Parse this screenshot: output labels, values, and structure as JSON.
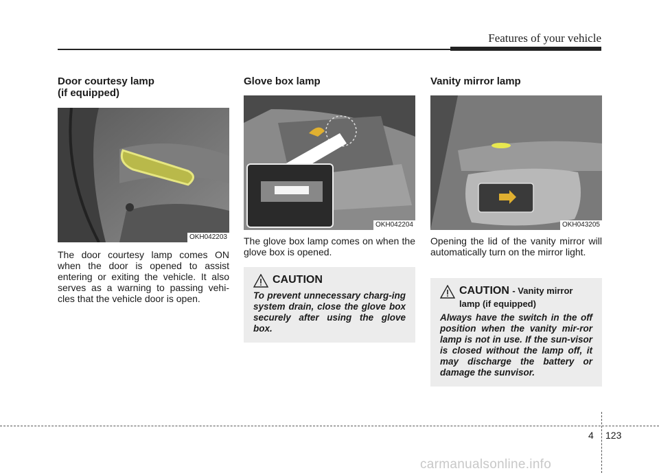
{
  "header": {
    "title": "Features of your vehicle"
  },
  "sections": [
    {
      "title_line1": "Door courtesy lamp",
      "title_line2": "(if equipped)",
      "figure_code": "OKH042203",
      "body": "The door courtesy lamp comes ON when the door is opened to assist entering or exiting the vehicle. It also serves as a warning to passing vehi-cles that the vehicle door is open."
    },
    {
      "title_line1": "Glove box lamp",
      "figure_code": "OKH042204",
      "body": "The glove box lamp comes on when the glove box is opened.",
      "caution": {
        "title": "CAUTION",
        "text": "To prevent unnecessary charg-ing system drain, close the glove box securely after using the glove box."
      }
    },
    {
      "title_line1": "Vanity mirror lamp",
      "figure_code": "OKH043205",
      "body": "Opening the lid of the vanity mirror will automatically turn on the mirror light.",
      "caution": {
        "title": "CAUTION",
        "subtitle_a": "- Vanity mirror",
        "subtitle_b": "lamp (if equipped)",
        "text": "Always have the switch in the off position when the vanity mir-ror lamp is not in use. If the sun-visor is closed without the lamp off, it may discharge the battery or damage the sunvisor."
      }
    }
  ],
  "footer": {
    "chapter": "4",
    "page": "123"
  },
  "watermark": "carmanualsonline.info"
}
